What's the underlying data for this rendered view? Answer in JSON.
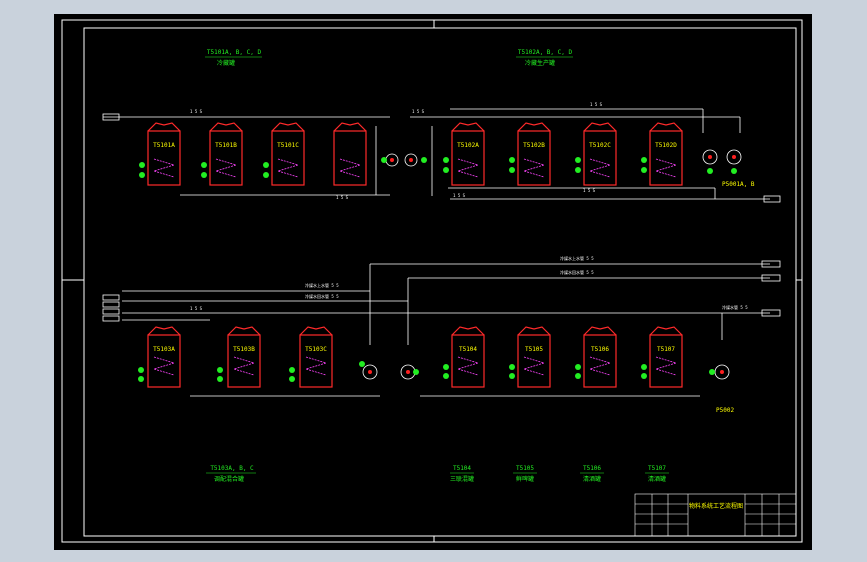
{
  "colors": {
    "background": "#c9d2dc",
    "canvas": "#000000",
    "pipe": "#ffffff",
    "tank": "#ff2a2a",
    "valve": "#ff2020",
    "label_green": "#22ee22",
    "label_yellow": "#ffff00",
    "coil": "#ff44ff"
  },
  "top_section": {
    "group_left": {
      "code": "T5101A, B, C, D",
      "name": "冷藏罐"
    },
    "group_right": {
      "code": "T5102A, B, C, D",
      "name": "冷藏生产罐"
    },
    "tanks_left": [
      "T5101A",
      "T5101B",
      "T5101C",
      ""
    ],
    "tanks_right": [
      "T5102A",
      "T5102B",
      "T5102C",
      "T5102D"
    ],
    "pump_label": "P5001A, B",
    "pipe_labels": [
      "1 5 S",
      "1 5 S",
      "1 5 S",
      "1 5 S",
      "1 5 S",
      "1 5 S"
    ]
  },
  "bottom_section": {
    "tanks_left": [
      "T5103A",
      "T5103B",
      "T5103C"
    ],
    "tanks_right": [
      "T5104",
      "T5105",
      "T5106",
      "T5107"
    ],
    "pump_label": "P5002",
    "pipe_labels": [
      "冷媒水上水管 5 5",
      "冷媒水回水管 5 5",
      "冷媒水上水管 5 5",
      "冷媒水回水管 5 5",
      "冷媒水管 5 5",
      "1 5 S"
    ],
    "groups": [
      {
        "code": "T5103A, B, C",
        "name": "调配混合罐"
      },
      {
        "code": "T5104",
        "name": "三联混罐"
      },
      {
        "code": "T5105",
        "name": "鲜啤罐"
      },
      {
        "code": "T5106",
        "name": "清酒罐"
      },
      {
        "code": "T5107",
        "name": "清酒罐"
      }
    ]
  },
  "title_block": {
    "title": "物料系统工艺流程图"
  }
}
